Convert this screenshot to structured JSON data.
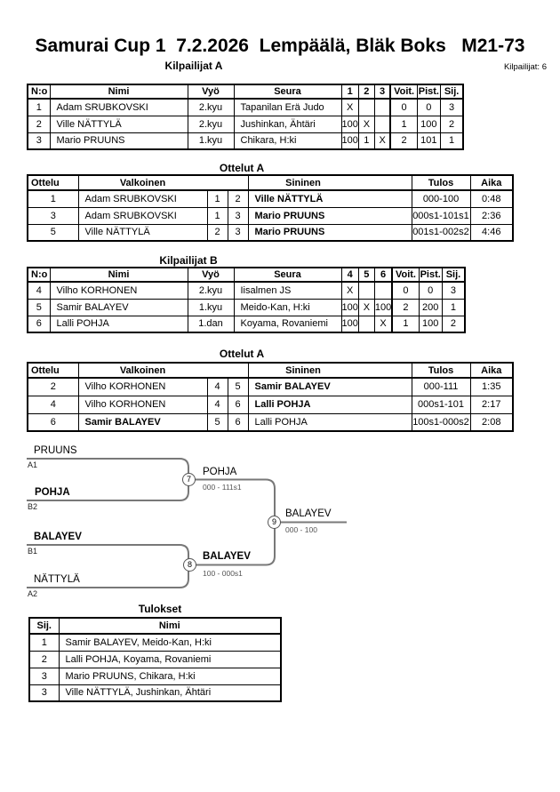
{
  "page": {
    "title": "Samurai Cup 1  7.2.2026  Lempäälä, Bläk Boks   M21-73",
    "participants_label": "Kilpailijat: 6"
  },
  "colors": {
    "bracket_line": "#787878",
    "table_border": "#000000"
  },
  "pool_a": {
    "title": "Kilpailijat A",
    "headers": [
      "N:o",
      "Nimi",
      "Vyö",
      "Seura",
      "1",
      "2",
      "3",
      "Voit.",
      "Pist.",
      "Sij."
    ],
    "rows": [
      {
        "no": "1",
        "name": "Adam SRUBKOVSKI",
        "belt": "2.kyu",
        "club": "Tapanilan Erä Judo",
        "c1": "X",
        "c2": "",
        "c3": "",
        "wins": "0",
        "pts": "0",
        "place": "3"
      },
      {
        "no": "2",
        "name": "Ville NÄTTYLÄ",
        "belt": "2.kyu",
        "club": "Jushinkan, Ähtäri",
        "c1": "100",
        "c2": "X",
        "c3": "",
        "wins": "1",
        "pts": "100",
        "place": "2"
      },
      {
        "no": "3",
        "name": "Mario PRUUNS",
        "belt": "1.kyu",
        "club": "Chikara, H:ki",
        "c1": "100",
        "c2": "1",
        "c3": "X",
        "wins": "2",
        "pts": "101",
        "place": "1"
      }
    ]
  },
  "matches_a": {
    "title": "Ottelut A",
    "headers": [
      "Ottelu",
      "Valkoinen",
      "Sininen",
      "Tulos",
      "Aika"
    ],
    "rows": [
      {
        "match": "1",
        "white": "Adam SRUBKOVSKI",
        "wno": "1",
        "bno": "2",
        "blue": "Ville NÄTTYLÄ",
        "score": "000-100",
        "time": "0:48"
      },
      {
        "match": "3",
        "white": "Adam SRUBKOVSKI",
        "wno": "1",
        "bno": "3",
        "blue": "Mario PRUUNS",
        "score": "000s1-101s1",
        "time": "2:36"
      },
      {
        "match": "5",
        "white": "Ville NÄTTYLÄ",
        "wno": "2",
        "bno": "3",
        "blue": "Mario PRUUNS",
        "score": "001s1-002s2",
        "time": "4:46"
      }
    ]
  },
  "pool_b": {
    "title": "Kilpailijat B",
    "headers": [
      "N:o",
      "Nimi",
      "Vyö",
      "Seura",
      "4",
      "5",
      "6",
      "Voit.",
      "Pist.",
      "Sij."
    ],
    "rows": [
      {
        "no": "4",
        "name": "Vilho KORHONEN",
        "belt": "2.kyu",
        "club": "Iisalmen JS",
        "c1": "X",
        "c2": "",
        "c3": "",
        "wins": "0",
        "pts": "0",
        "place": "3"
      },
      {
        "no": "5",
        "name": "Samir BALAYEV",
        "belt": "1.kyu",
        "club": "Meido-Kan, H:ki",
        "c1": "100",
        "c2": "X",
        "c3": "100",
        "wins": "2",
        "pts": "200",
        "place": "1"
      },
      {
        "no": "6",
        "name": "Lalli POHJA",
        "belt": "1.dan",
        "club": "Koyama, Rovaniemi",
        "c1": "100",
        "c2": "",
        "c3": "X",
        "wins": "1",
        "pts": "100",
        "place": "2"
      }
    ]
  },
  "matches_b": {
    "title": "Ottelut A",
    "headers": [
      "Ottelu",
      "Valkoinen",
      "Sininen",
      "Tulos",
      "Aika"
    ],
    "rows": [
      {
        "match": "2",
        "white": "Vilho KORHONEN",
        "wno": "4",
        "bno": "5",
        "blue": "Samir BALAYEV",
        "score": "000-111",
        "time": "1:35"
      },
      {
        "match": "4",
        "white": "Vilho KORHONEN",
        "wno": "4",
        "bno": "6",
        "blue": "Lalli POHJA",
        "score": "000s1-101",
        "time": "2:17"
      },
      {
        "match": "6",
        "white": "Samir BALAYEV",
        "wno": "5",
        "bno": "6",
        "blue": "Lalli POHJA",
        "score": "100s1-000s2",
        "time": "2:08"
      }
    ]
  },
  "bracket": {
    "slots": [
      {
        "name": "PRUUNS",
        "seed": "A1"
      },
      {
        "name": "POHJA",
        "seed": "B2"
      },
      {
        "name": "BALAYEV",
        "seed": "B1"
      },
      {
        "name": "NÄTTYLÄ",
        "seed": "A2"
      }
    ],
    "m7": {
      "num": "7",
      "winner": "POHJA",
      "score": "000 - 111s1"
    },
    "m8": {
      "num": "8",
      "winner": "BALAYEV",
      "score": "100 - 000s1"
    },
    "m9": {
      "num": "9",
      "winner": "BALAYEV",
      "score": "000 - 100"
    }
  },
  "results": {
    "title": "Tulokset",
    "headers": [
      "Sij.",
      "Nimi"
    ],
    "rows": [
      {
        "place": "1",
        "name": "Samir BALAYEV, Meido-Kan, H:ki"
      },
      {
        "place": "2",
        "name": "Lalli POHJA, Koyama, Rovaniemi"
      },
      {
        "place": "3",
        "name": "Mario PRUUNS, Chikara, H:ki"
      },
      {
        "place": "3",
        "name": "Ville NÄTTYLÄ, Jushinkan, Ähtäri"
      }
    ]
  }
}
